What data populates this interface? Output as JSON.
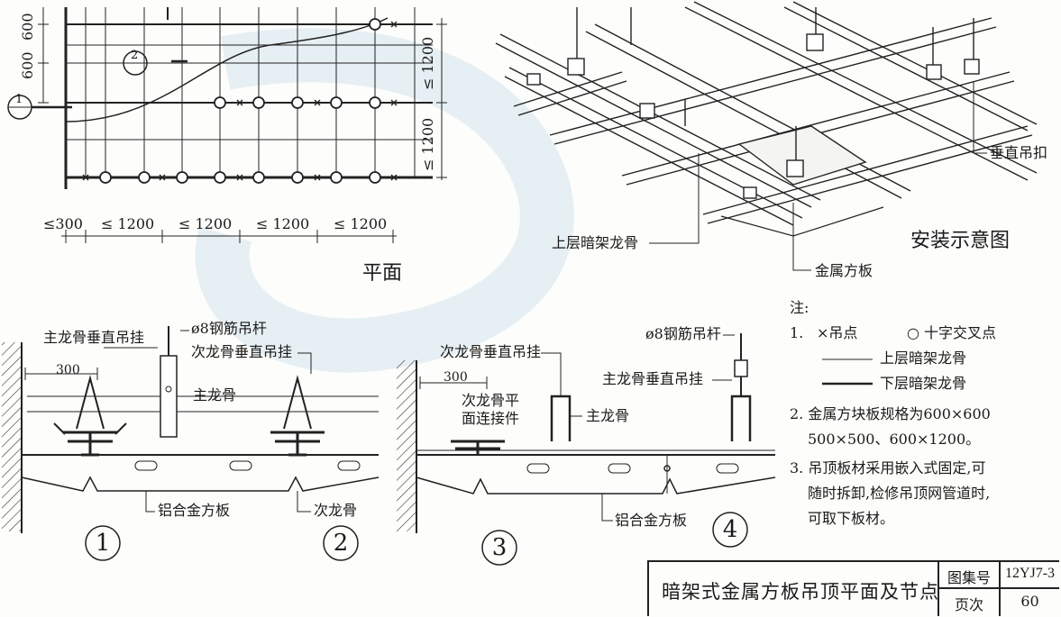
{
  "plan": {
    "title": "平面",
    "dims_bottom": [
      "≤300",
      "≤ 1200",
      "≤ 1200",
      "≤ 1200",
      "≤ 1200"
    ],
    "dims_left": [
      "600",
      "600"
    ],
    "dims_right": [
      "≤ 1200",
      "≤ 1200"
    ],
    "marker_1": "1",
    "marker_2": "2"
  },
  "iso": {
    "title": "安装示意图",
    "label_hanger": "垂直吊扣",
    "label_upper_keel": "上层暗架龙骨",
    "label_panel": "金属方板"
  },
  "notes": {
    "heading": "注:",
    "item1_num": "1.",
    "item1_hang": "×吊点",
    "item1_cross": "○ 十字交叉点",
    "legend_upper": "上层暗架龙骨",
    "legend_lower": "下层暗架龙骨",
    "item2_line1": "2. 金属方块板规格为600×600",
    "item2_line2": "500×500、600×1200。",
    "item3_line1": "3. 吊顶板材采用嵌入式固定,可",
    "item3_line2": "随时拆卸,检修吊顶网管道时,",
    "item3_line3": "可取下板材。"
  },
  "details": {
    "d12_rod": "ø8钢筋吊杆",
    "d12_main_hanger": "主龙骨垂直吊挂",
    "d12_sec_hanger": "次龙骨垂直吊挂",
    "d12_main_keel": "主龙骨",
    "d12_panel": "铝合金方板",
    "d12_sec_keel": "次龙骨",
    "d12_dim": "300",
    "d3_sec_hanger": "次龙骨垂直吊挂",
    "d3_dim": "300",
    "d3_connector_1": "次龙骨平",
    "d3_connector_2": "面连接件",
    "d3_main_keel": "主龙骨",
    "d34_panel": "铝合金方板",
    "d4_rod": "ø8钢筋吊杆",
    "d4_main_hanger": "主龙骨垂直吊挂",
    "num1": "1",
    "num2": "2",
    "num3": "3",
    "num4": "4"
  },
  "title_block": {
    "title": "暗架式金属方板吊顶平面及节点",
    "atlas_label": "图集号",
    "atlas_value": "12YJ7-3",
    "page_label": "页次",
    "page_value": "60"
  }
}
